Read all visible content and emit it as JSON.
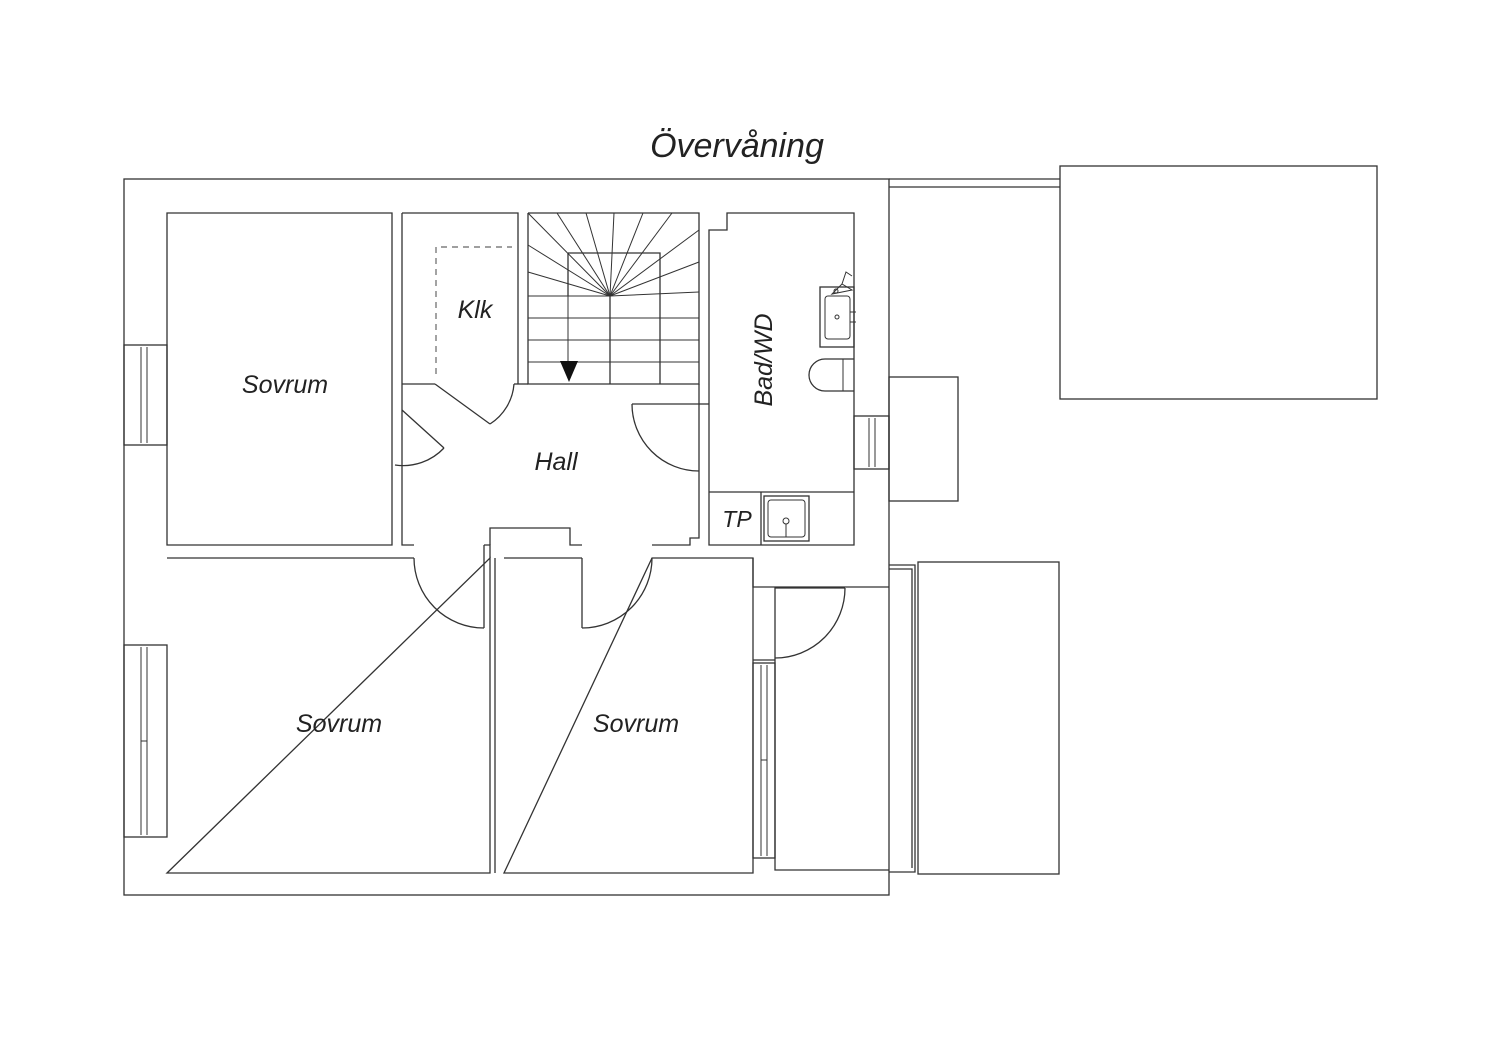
{
  "title": "Övervåning",
  "rooms": {
    "bedroom_1": "Sovrum",
    "bedroom_2": "Sovrum",
    "bedroom_3": "Sovrum",
    "closet": "Klk",
    "hall": "Hall",
    "bathroom": "Bad/WD",
    "laundry": "TP"
  },
  "colors": {
    "line": "#333333",
    "text": "#222222",
    "background": "#ffffff"
  }
}
